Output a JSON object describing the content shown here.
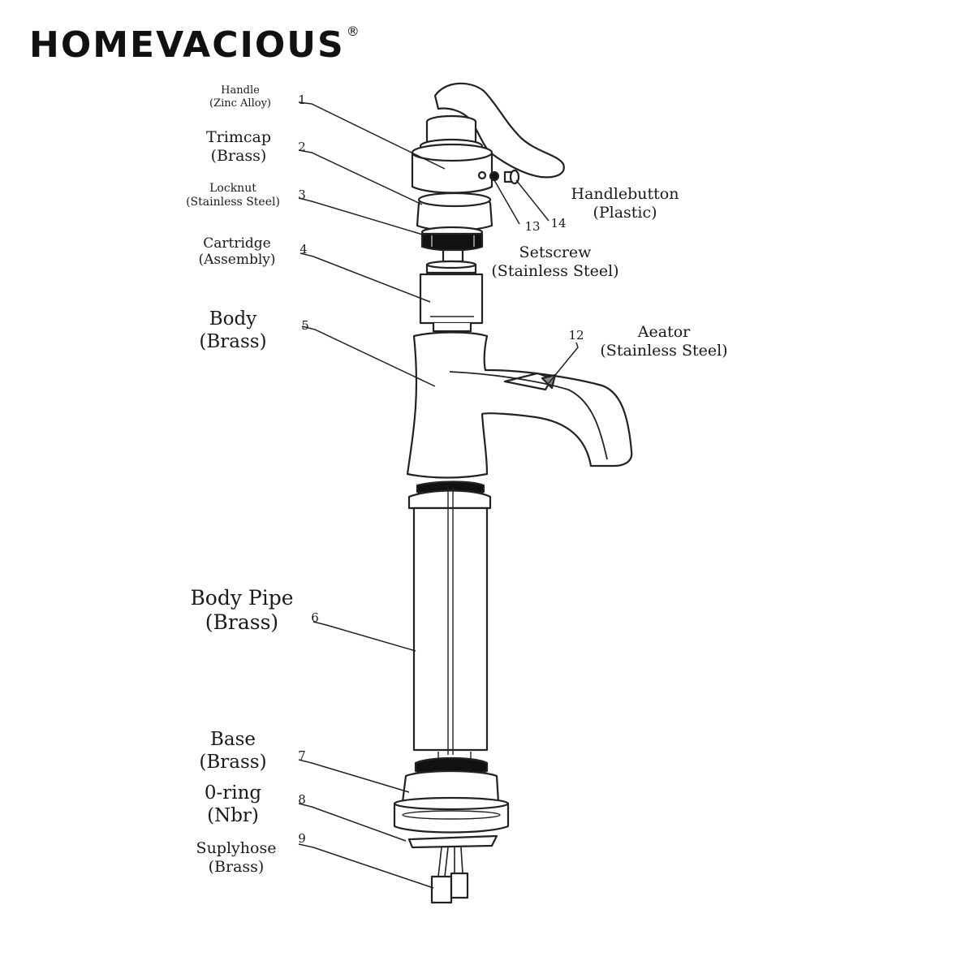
{
  "brand": {
    "name": "HOMEVACIOUS",
    "registered": "®"
  },
  "parts": [
    {
      "id": "handle",
      "number": "1",
      "name": "Handle",
      "material": "(Zinc Alloy)"
    },
    {
      "id": "trimcap",
      "number": "2",
      "name": "Trimcap",
      "material": "(Brass)"
    },
    {
      "id": "locknut",
      "number": "3",
      "name": "Locknut",
      "material": "(Stainless Steel)"
    },
    {
      "id": "cartridge",
      "number": "4",
      "name": "Cartridge",
      "material": "(Assembly)"
    },
    {
      "id": "body",
      "number": "5",
      "name": "Body",
      "material": "(Brass)"
    },
    {
      "id": "body-pipe",
      "number": "6",
      "name": "Body Pipe",
      "material": "(Brass)"
    },
    {
      "id": "base",
      "number": "7",
      "name": "Base",
      "material": "(Brass)"
    },
    {
      "id": "o-ring",
      "number": "8",
      "name": "0-ring",
      "material": "(Nbr)"
    },
    {
      "id": "supply-hose",
      "number": "9",
      "name": "Suplyhose",
      "material": "(Brass)"
    },
    {
      "id": "aerator",
      "number": "12",
      "name": "Aeator",
      "material": "(Stainless Steel)"
    },
    {
      "id": "setscrew",
      "number": "13",
      "name": "Setscrew",
      "material": "(Stainless Steel)"
    },
    {
      "id": "handlebutton",
      "number": "14",
      "name": "Handlebutton",
      "material": "(Plastic)"
    }
  ]
}
